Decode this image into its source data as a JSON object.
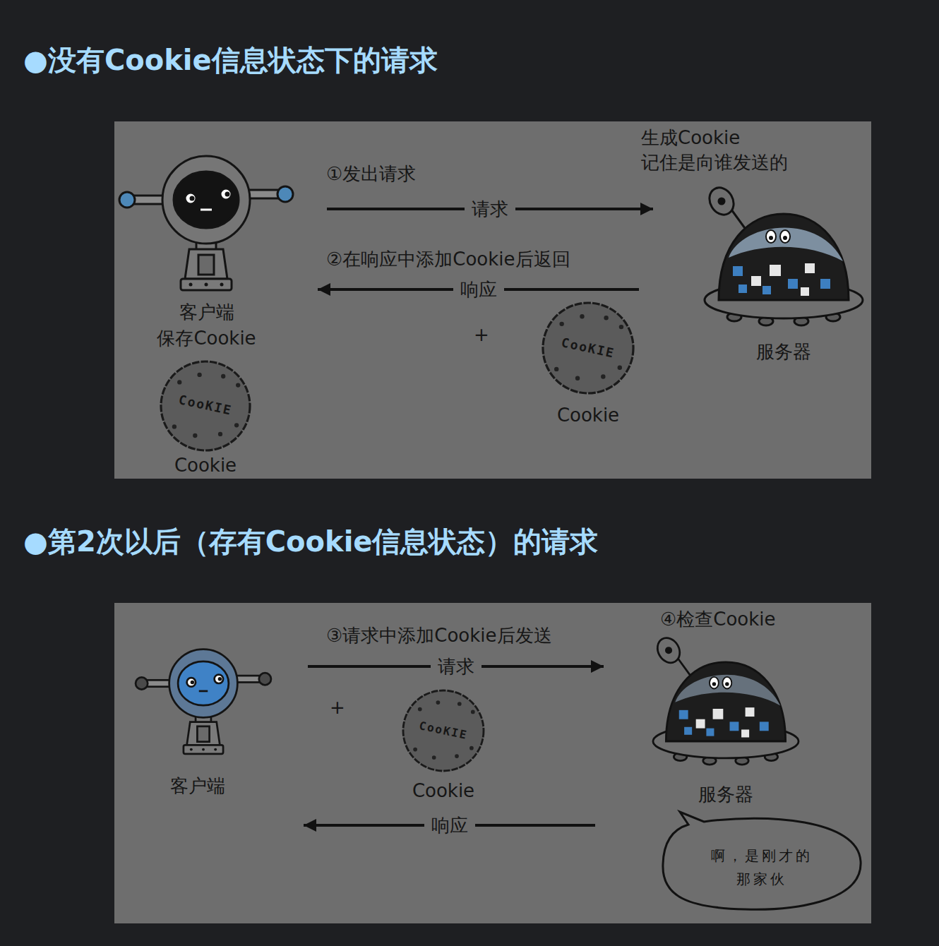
{
  "diagram": {
    "nodes": [
      {
        "text": [
          "●没有Cookie信息状态下的请求"
        ]
      },
      {
        "text": [
          "客户端 保存Cookie"
        ],
        "in": 0
      },
      {
        "text": [
          "CooKIE",
          "Cookie"
        ],
        "in": 0
      },
      {
        "text": [
          "服务器"
        ],
        "in": 0
      },
      {
        "text": [
          "CooKIE",
          "Cookie"
        ],
        "in": 0
      },
      {
        "text": [
          "●第2次以后（存有Cookie信息状态）的请求"
        ]
      },
      {
        "text": [
          "客户端"
        ],
        "in": 5
      },
      {
        "text": [
          "CooKIE",
          "Cookie"
        ],
        "in": 5
      },
      {
        "text": [
          "服务器"
        ],
        "in": 5
      },
      {
        "text": [
          "啊，是刚才的 那家伙"
        ],
        "in": 5
      }
    ],
    "edges": [
      {
        "from": 1,
        "to": 3,
        "label": "请求",
        "arrow": "to"
      },
      {
        "from": 3,
        "to": 1,
        "label": "响应",
        "arrow": "to"
      },
      {
        "from": 6,
        "to": 8,
        "label": "请求",
        "arrow": "to"
      },
      {
        "from": 8,
        "to": 6,
        "label": "响应",
        "arrow": "to"
      }
    ],
    "labels": [
      "生成Cookie 记住是向谁发送的",
      "①发出请求",
      "②在响应中添加Cookie后返回",
      "+",
      "③请求中添加Cookie后发送",
      "④检查Cookie",
      "+"
    ]
  }
}
